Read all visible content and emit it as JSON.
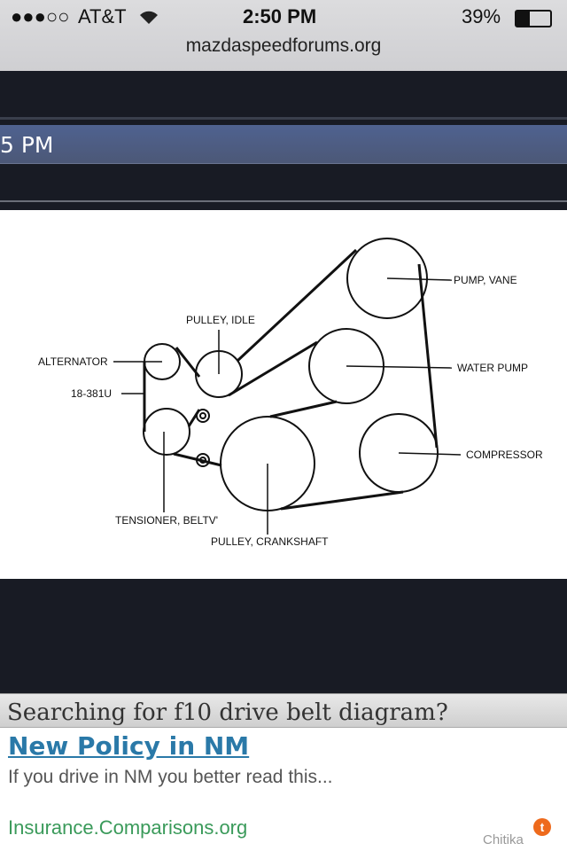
{
  "status_bar": {
    "signal": "●●●○○",
    "carrier": "AT&T",
    "time": "2:50 PM",
    "battery": "39%",
    "battery_level": 0.39
  },
  "browser": {
    "url": "mazdaspeedforums.org"
  },
  "forum": {
    "post_time_fragment": "5 PM"
  },
  "diagram": {
    "labels": {
      "pump_vane": "PUMP, VANE",
      "pulley_idle": "PULLEY, IDLE",
      "alternator": "ALTERNATOR",
      "water_pump": "WATER PUMP",
      "part_no": "18-381U",
      "compressor": "COMPRESSOR",
      "tensioner": "TENSIONER, BELTV'",
      "crankshaft": "PULLEY, CRANKSHAFT"
    }
  },
  "ad": {
    "heading": "Searching for f10 drive belt diagram?",
    "title": "New Policy in NM",
    "description": "If you drive in NM you better read this...",
    "link": "Insurance.Comparisons.org",
    "provider": "Chitika",
    "provider_icon": "t",
    "link_color": "#2a79a8"
  }
}
